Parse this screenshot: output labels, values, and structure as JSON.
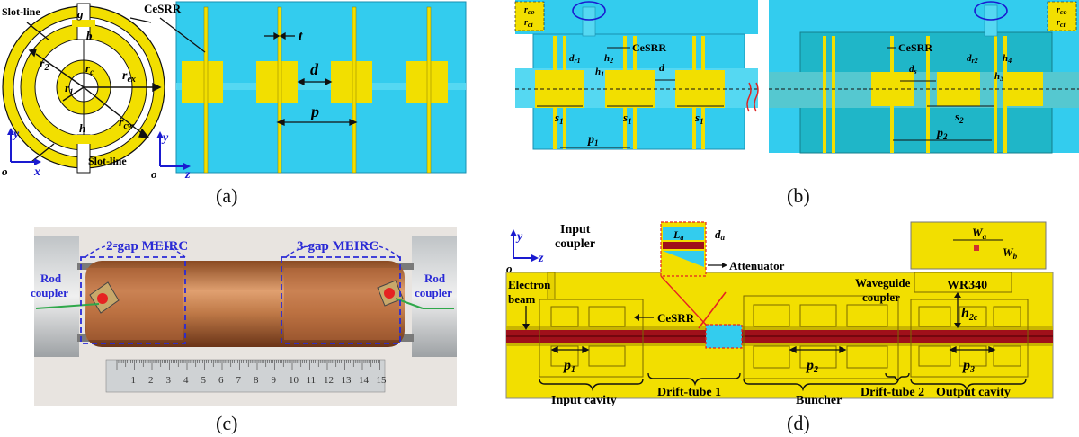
{
  "captions": {
    "a": "(a)",
    "b": "(b)",
    "c": "(c)",
    "d": "(d)"
  },
  "colors": {
    "cavity": "#33ccee",
    "metal": "#f2df00",
    "wall": "#c8b400",
    "outline": "#111111",
    "beam": "#a0101a",
    "copper": "#c07a48",
    "box": "#2a2ad6",
    "green": "#2fa84a"
  },
  "panel_a": {
    "ring_labels": {
      "slot_line_top": "Slot-line",
      "slot_line_bottom": "Slot-line",
      "g": "g",
      "b": "b",
      "rc": "r",
      "rc_sub": "c",
      "rex": "r",
      "rex_sub": "ex",
      "r2": "r",
      "r2_sub": "2",
      "r1": "r",
      "r1_sub": "1",
      "rcw": "r",
      "rcw_sub": "cw",
      "h": "h"
    },
    "axes_left": {
      "vertical": "y",
      "horizontal": "x",
      "origin": "o"
    },
    "cesrr_label": "CeSRR",
    "t_label": "t",
    "d_label": "d",
    "p_label": "p",
    "axes_right": {
      "vertical": "y",
      "horizontal": "z",
      "origin": "o"
    }
  },
  "panel_b": {
    "rco": "r",
    "rco_sub": "co",
    "rci": "r",
    "rci_sub": "ci",
    "cesrr_left": "CeSRR",
    "cesrr_right": "CeSRR",
    "dr1": "d",
    "dr1_sub": "r1",
    "h2": "h",
    "h2_sub": "2",
    "h1": "h",
    "h1_sub": "1",
    "d": "d",
    "s1a": "s",
    "s1a_sub": "1",
    "s1b": "s",
    "s1b_sub": "1",
    "s1c": "s",
    "s1c_sub": "1",
    "p1": "p",
    "p1_sub": "1",
    "ds": "d",
    "ds_sub": "s",
    "dr2": "d",
    "dr2_sub": "r2",
    "h4": "h",
    "h4_sub": "4",
    "h3": "h",
    "h3_sub": "3",
    "s2": "s",
    "s2_sub": "2",
    "p2": "p",
    "p2_sub": "2",
    "rco2": "r",
    "rco2_sub": "co",
    "rci2": "r",
    "rci2_sub": "ci"
  },
  "panel_c": {
    "gap2": "2-gap MEIRC",
    "gap3": "3-gap MEIRC",
    "rod_left_1": "Rod",
    "rod_left_2": "coupler",
    "rod_right_1": "Rod",
    "rod_right_2": "coupler",
    "ruler_ticks": [
      "1",
      "2",
      "3",
      "4",
      "5",
      "6",
      "7",
      "8",
      "9",
      "10",
      "11",
      "12",
      "13",
      "14",
      "15"
    ]
  },
  "panel_d": {
    "axes": {
      "vertical": "y",
      "horizontal": "z",
      "origin": "o"
    },
    "input_coupler_1": "Input",
    "input_coupler_2": "coupler",
    "La": "L",
    "La_sub": "a",
    "da": "d",
    "da_sub": "a",
    "attenuator": "Attenuator",
    "Wa": "W",
    "Wa_sub": "a",
    "Wb": "W",
    "Wb_sub": "b",
    "electron_beam_1": "Electron",
    "electron_beam_2": "beam",
    "cesrr": "CeSRR",
    "waveguide_1": "Waveguide",
    "waveguide_2": "coupler",
    "wr340": "WR340",
    "h2c": "h",
    "h2c_sub": "2c",
    "p1": "p",
    "p1_sub": "1",
    "p2": "p",
    "p2_sub": "2",
    "p3": "p",
    "p3_sub": "3",
    "drift1": "Drift-tube 1",
    "drift2": "Drift-tube 2",
    "input_cavity": "Input cavity",
    "buncher": "Buncher",
    "output_cavity": "Output cavity"
  }
}
